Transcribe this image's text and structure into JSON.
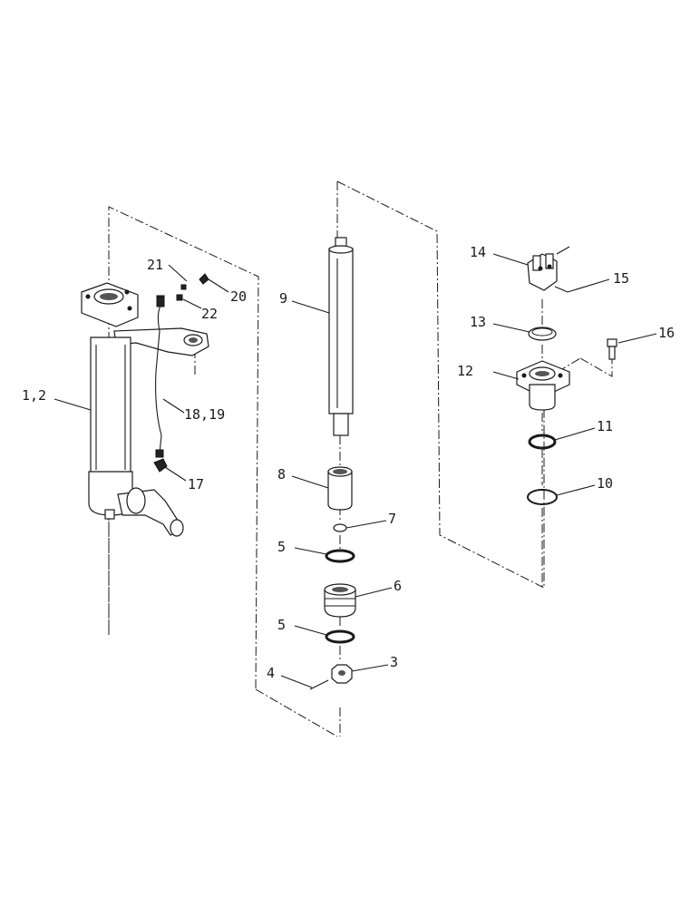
{
  "callouts": {
    "c1": "1,2",
    "c3": "3",
    "c4": "4",
    "c5a": "5",
    "c5b": "5",
    "c6": "6",
    "c7": "7",
    "c8": "8",
    "c9": "9",
    "c10": "10",
    "c11": "11",
    "c12": "12",
    "c13": "13",
    "c14": "14",
    "c15": "15",
    "c16": "16",
    "c17": "17",
    "c18": "18,19",
    "c20": "20",
    "c21": "21",
    "c22": "22"
  }
}
